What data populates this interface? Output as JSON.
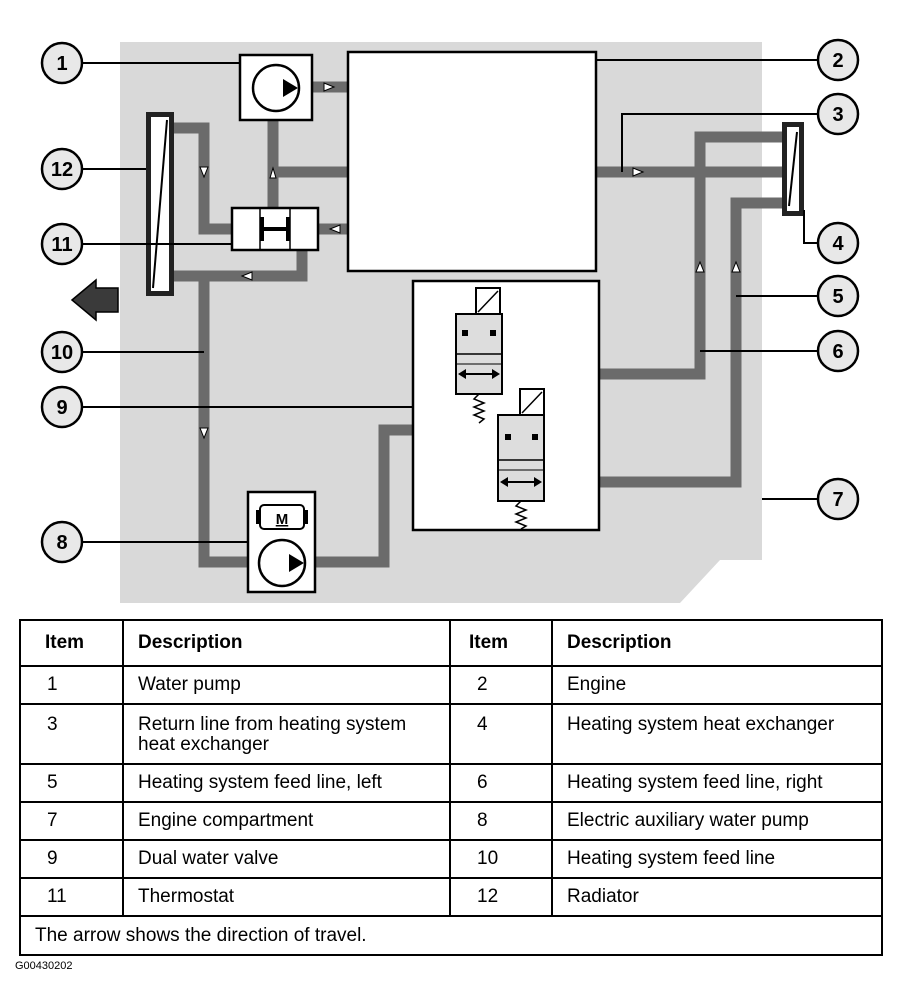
{
  "callouts": [
    "1",
    "2",
    "3",
    "4",
    "5",
    "6",
    "7",
    "8",
    "9",
    "10",
    "11",
    "12"
  ],
  "pump_motor_label": "M",
  "table": {
    "headers": [
      "Item",
      "Description",
      "Item",
      "Description"
    ],
    "rows": [
      [
        {
          "item": "1",
          "desc": "Water pump"
        },
        {
          "item": "2",
          "desc": "Engine"
        }
      ],
      [
        {
          "item": "3",
          "desc": "Return line from heating system heat exchanger"
        },
        {
          "item": "4",
          "desc": "Heating system heat exchanger"
        }
      ],
      [
        {
          "item": "5",
          "desc": "Heating system feed line, left"
        },
        {
          "item": "6",
          "desc": "Heating system feed line, right"
        }
      ],
      [
        {
          "item": "7",
          "desc": "Engine compartment"
        },
        {
          "item": "8",
          "desc": "Electric auxiliary water pump"
        }
      ],
      [
        {
          "item": "9",
          "desc": "Dual water valve"
        },
        {
          "item": "10",
          "desc": "Heating system feed line"
        }
      ],
      [
        {
          "item": "11",
          "desc": "Thermostat"
        },
        {
          "item": "12",
          "desc": "Radiator"
        }
      ]
    ],
    "note": "The arrow shows the direction of travel."
  },
  "figure_code": "G00430202",
  "colors": {
    "compartment": "#d9d9d9",
    "pipe": "#6b6b6b",
    "valve_body": "#dddddd",
    "callout_fill": "#e8e8e8"
  }
}
